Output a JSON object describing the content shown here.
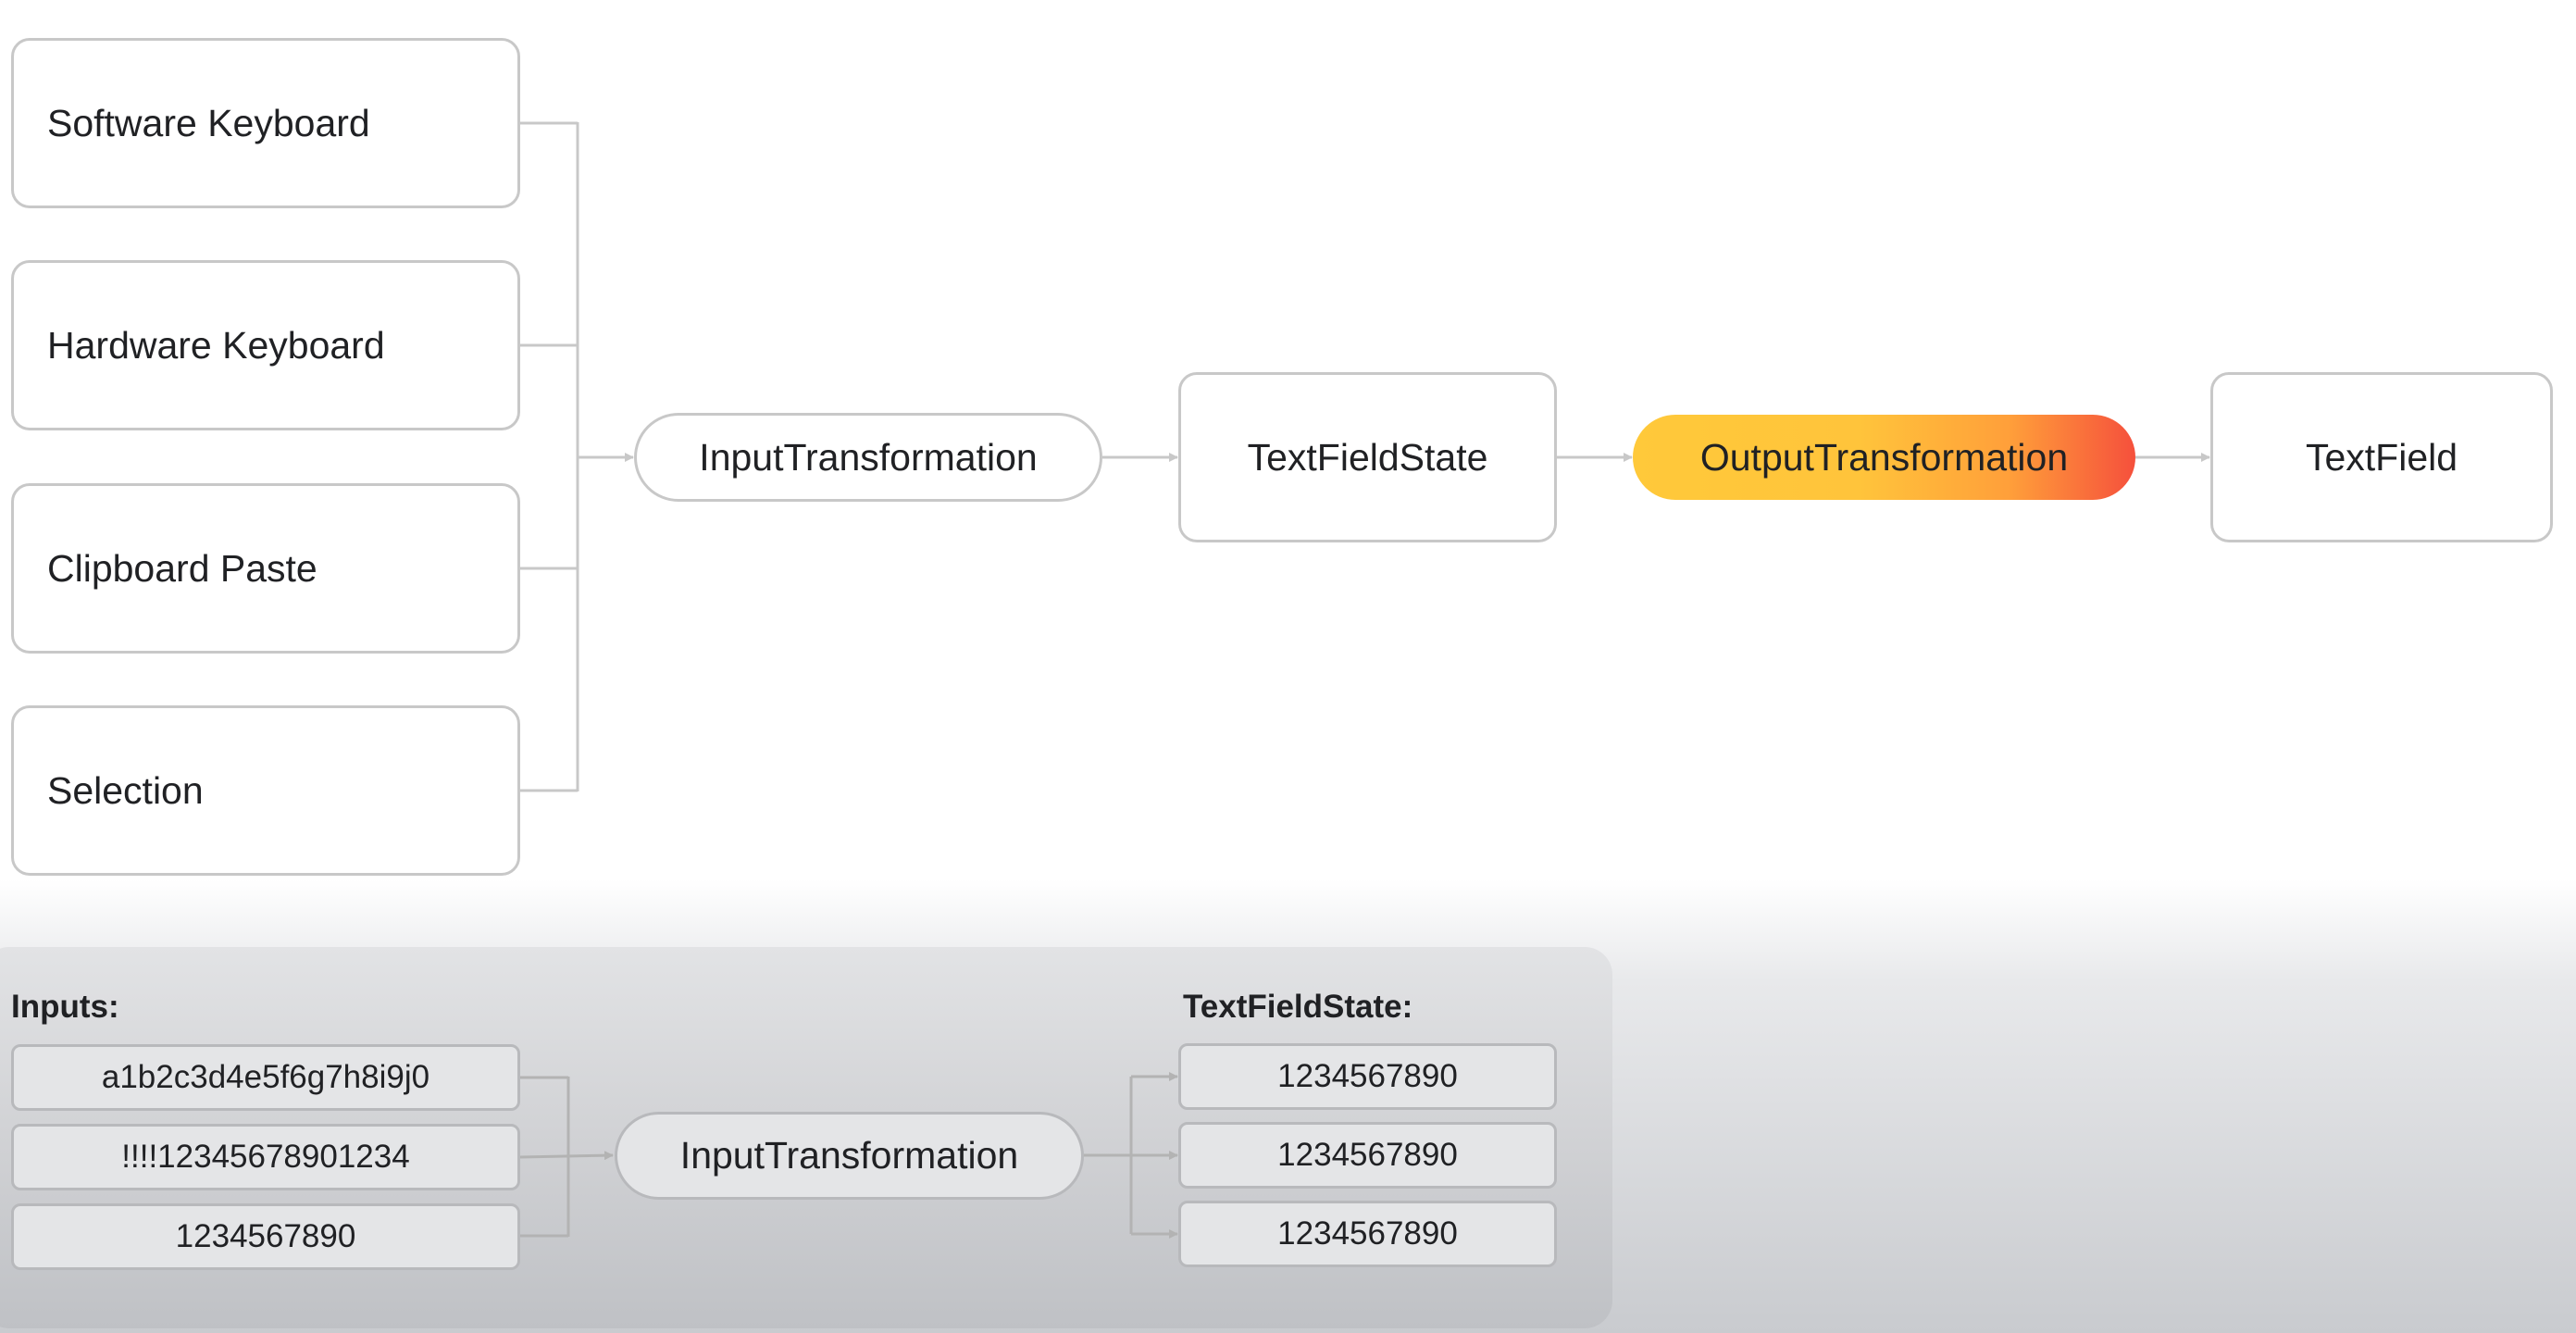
{
  "top_flow": {
    "sources": [
      "Software Keyboard",
      "Hardware Keyboard",
      "Clipboard Paste",
      "Selection"
    ],
    "input_transformation": "InputTransformation",
    "text_field_state": "TextFieldState",
    "output_transformation": "OutputTransformation",
    "text_field": "TextField",
    "highlight_gradient": [
      "#ffc93a",
      "#ff9f3a",
      "#f5503c"
    ]
  },
  "bottom_example": {
    "inputs_label": "Inputs:",
    "inputs": [
      "a1b2c3d4e5f6g7h8i9j0",
      "!!!!12345678901234",
      "1234567890"
    ],
    "transformation": "InputTransformation",
    "state_label": "TextFieldState:",
    "outputs": [
      "1234567890",
      "1234567890",
      "1234567890"
    ]
  },
  "colors": {
    "connector": "#c8c8c8",
    "connector_dark": "#b3b3b3"
  }
}
